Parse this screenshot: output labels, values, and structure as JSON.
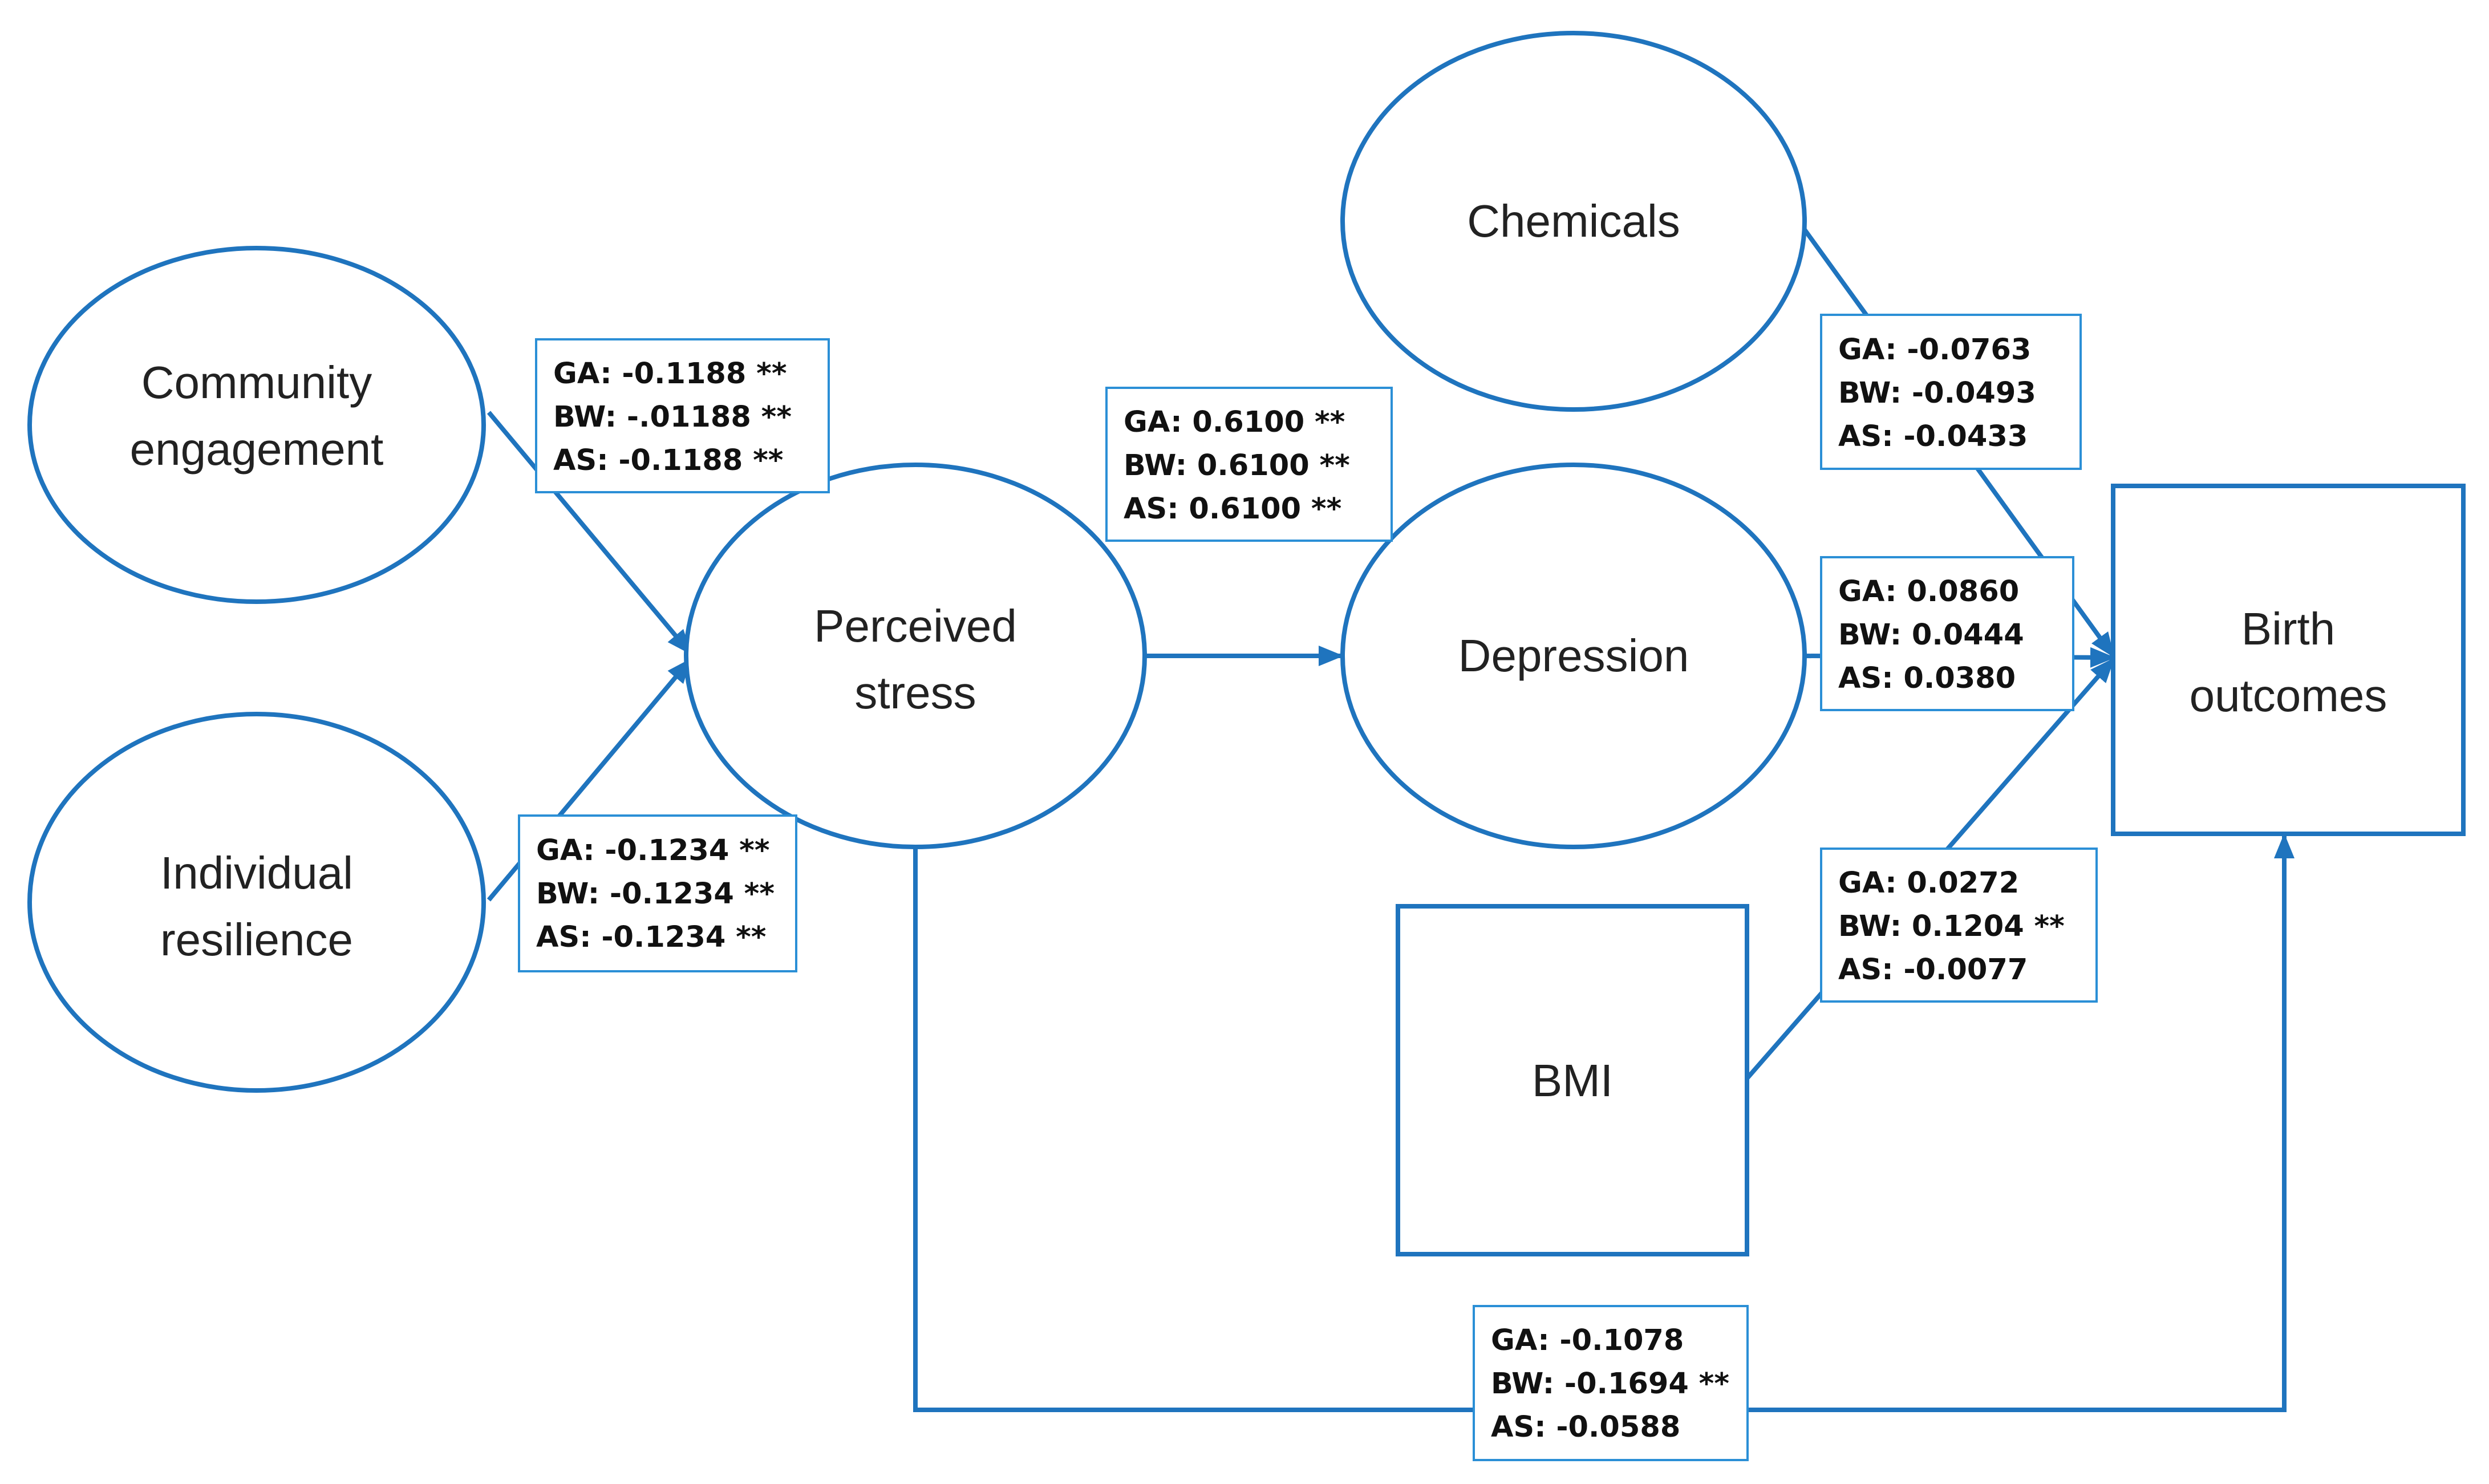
{
  "colors": {
    "shape": "#1f74be",
    "label_border": "#2b8fd6",
    "text": "#222222"
  },
  "nodes": {
    "community": {
      "lines": [
        "Community",
        "engagement"
      ]
    },
    "resilience": {
      "lines": [
        "Individual",
        "resilience"
      ]
    },
    "stress": {
      "lines": [
        "Perceived",
        "stress"
      ]
    },
    "chemicals": {
      "lines": [
        "Chemicals"
      ]
    },
    "depression": {
      "lines": [
        "Depression"
      ]
    },
    "bmi": {
      "lines": [
        "BMI"
      ]
    },
    "birth": {
      "lines": [
        "Birth",
        "outcomes"
      ]
    }
  },
  "coefficients": {
    "community_stress": [
      "GA: -0.1188 **",
      "BW: -.01188 **",
      "AS: -0.1188 **"
    ],
    "resilience_stress": [
      "GA: -0.1234 **",
      "BW: -0.1234 **",
      "AS: -0.1234 **"
    ],
    "stress_depression": [
      "GA: 0.6100 **",
      "BW: 0.6100 **",
      "AS: 0.6100 **"
    ],
    "chemicals_birth": [
      "GA: -0.0763",
      "BW: -0.0493",
      "AS: -0.0433"
    ],
    "depression_birth": [
      "GA: 0.0860",
      "BW: 0.0444",
      "AS: 0.0380"
    ],
    "bmi_birth": [
      "GA: 0.0272",
      "BW: 0.1204 **",
      "AS: -0.0077"
    ],
    "stress_birth": [
      "GA: -0.1078",
      "BW: -0.1694 **",
      "AS: -0.0588"
    ]
  }
}
